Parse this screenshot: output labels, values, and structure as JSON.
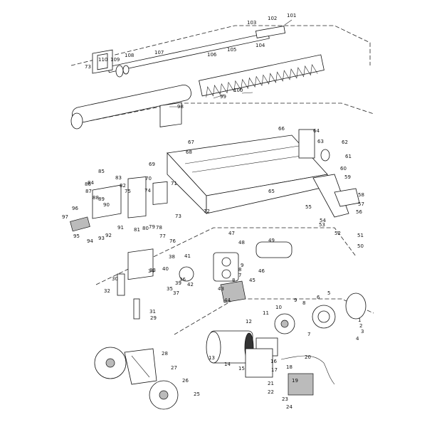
{
  "diagram": {
    "type": "exploded-parts-view",
    "labels": [
      "1",
      "2",
      "3",
      "4",
      "5",
      "6",
      "7",
      "8",
      "9",
      "10",
      "11",
      "12",
      "13",
      "14",
      "15",
      "16",
      "17",
      "18",
      "19",
      "20",
      "21",
      "22",
      "23",
      "24",
      "25",
      "26",
      "27",
      "28",
      "29",
      "30",
      "31",
      "32",
      "33",
      "34",
      "35",
      "36",
      "37",
      "38",
      "39",
      "40",
      "41",
      "42",
      "43",
      "44",
      "45",
      "46",
      "47",
      "48",
      "49",
      "50",
      "51",
      "52",
      "53",
      "54",
      "55",
      "56",
      "57",
      "58",
      "59",
      "60",
      "61",
      "62",
      "63",
      "64",
      "65",
      "66",
      "67",
      "68",
      "69",
      "70",
      "71",
      "72",
      "73",
      "74",
      "75",
      "76",
      "77",
      "78",
      "79",
      "80",
      "81",
      "82",
      "83",
      "84",
      "85",
      "86",
      "87",
      "88",
      "89",
      "90",
      "91",
      "92",
      "93",
      "94",
      "95",
      "96",
      "97",
      "98",
      "99",
      "100",
      "101",
      "102",
      "103",
      "104",
      "105",
      "106",
      "107",
      "108",
      "109",
      "110",
      "73",
      "7",
      "8",
      "9",
      "8"
    ]
  }
}
